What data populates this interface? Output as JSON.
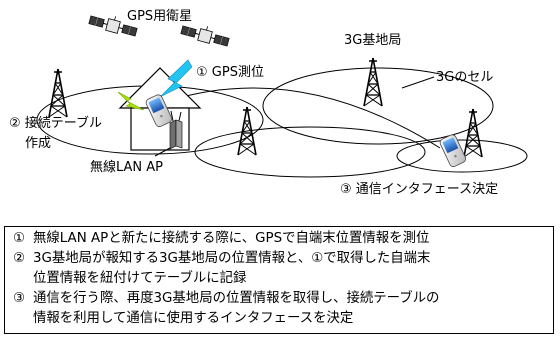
{
  "diagram": {
    "gps_satellite_label": "GPS用衛星",
    "step1_label": "① GPS測位",
    "base_station_label": "3G基地局",
    "cell_label": "3Gのセル",
    "step2_label_line1": "② 接続テーブル",
    "step2_label_line2": "作成",
    "wlan_ap_label": "無線LAN AP",
    "step3_label": "③ 通信インタフェース決定"
  },
  "notes": [
    {
      "num": "①",
      "lines": [
        "無線LAN APと新たに接続する際に、GPSで自端末位置情報を測位"
      ]
    },
    {
      "num": "②",
      "lines": [
        "3G基地局が報知する3G基地局の位置情報と、①で取得した自端末",
        "位置情報を紐付けてテーブルに記録"
      ]
    },
    {
      "num": "③",
      "lines": [
        "通信を行う際、再度3G基地局の位置情報を取得し、接続テーブルの",
        "情報を利用して通信に使用するインタフェースを決定"
      ]
    }
  ]
}
